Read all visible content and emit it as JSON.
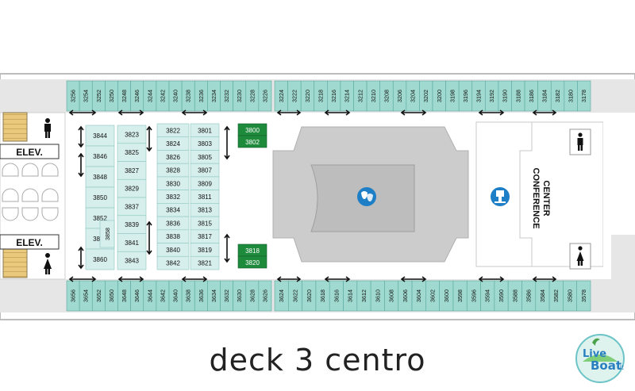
{
  "caption": "deck 3 centro",
  "logo": {
    "word1": "Live",
    "word2": "Boat",
    "suffix": ".it"
  },
  "labels": {
    "elev_top": "ELEV.",
    "elev_bottom": "ELEV.",
    "conference_line1": "CONFERENCE",
    "conference_line2": "CENTER"
  },
  "colors": {
    "cabin": "#9fd9cf",
    "cabin_light": "#d6eeec",
    "suite": "#1e8a3c",
    "floor": "#e2e2e2",
    "stage": "#c8c8c8",
    "arrow": "#111111",
    "icon_blue": "#1e7fc6"
  },
  "top_cabins_left": [
    "3256",
    "3254",
    "3252",
    "3250",
    "3248",
    "3246",
    "3244",
    "3242",
    "3240",
    "3238",
    "3236",
    "3234",
    "3232",
    "3230",
    "3228",
    "3226"
  ],
  "top_cabins_right": [
    "3224",
    "3222",
    "3220",
    "3218",
    "3216",
    "3214",
    "3212",
    "3210",
    "3208",
    "3206",
    "3204",
    "3202",
    "3200",
    "3198",
    "3196",
    "3194",
    "3192",
    "3190",
    "3188",
    "3186",
    "3184",
    "3182",
    "3180",
    "3178"
  ],
  "bottom_cabins_left": [
    "3656",
    "3654",
    "3652",
    "3650",
    "3648",
    "3646",
    "3644",
    "3642",
    "3640",
    "3638",
    "3636",
    "3634",
    "3632",
    "3630",
    "3628",
    "3626"
  ],
  "bottom_cabins_right": [
    "3624",
    "3622",
    "3620",
    "3618",
    "3616",
    "3614",
    "3612",
    "3610",
    "3608",
    "3606",
    "3604",
    "3602",
    "3600",
    "3598",
    "3596",
    "3594",
    "3590",
    "3588",
    "3586",
    "3584",
    "3582",
    "3580",
    "3578"
  ],
  "inner_col1": [
    "3844",
    "3846",
    "3848",
    "3850",
    "3852",
    "3856",
    "3860"
  ],
  "inner_col2": [
    "3823",
    "3825",
    "3827",
    "3829",
    "3837",
    "3839",
    "3841",
    "3843"
  ],
  "inner_col3": [
    "3822",
    "3824",
    "3826",
    "3828",
    "3830",
    "3832",
    "3834",
    "3836",
    "3838",
    "3840",
    "3842"
  ],
  "inner_col4": [
    "3801",
    "3803",
    "3805",
    "3807",
    "3809",
    "3811",
    "3813",
    "3815",
    "3817",
    "3819",
    "3821"
  ],
  "inner_extra": "3858",
  "suites": [
    "3800",
    "3802",
    "3818",
    "3820"
  ]
}
